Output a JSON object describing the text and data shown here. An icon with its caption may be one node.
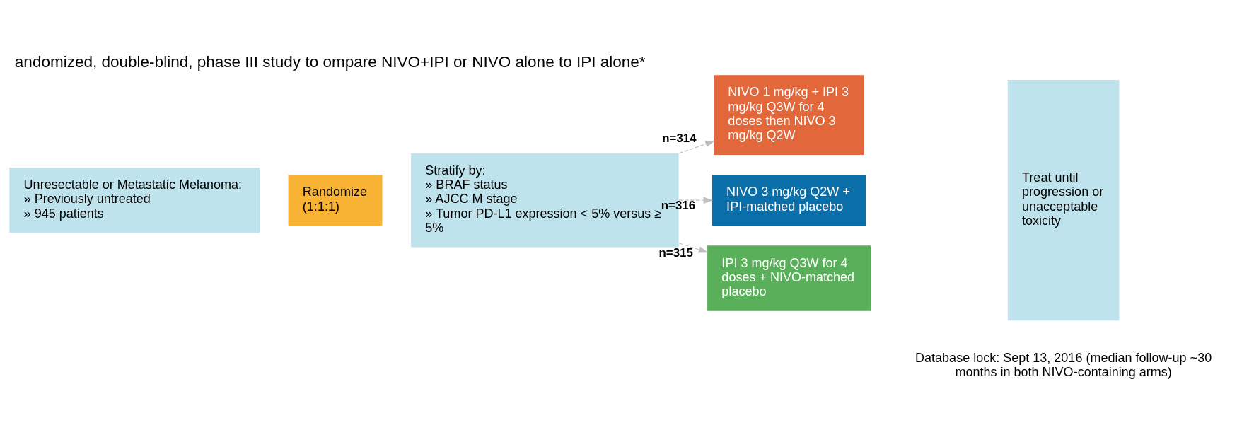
{
  "diagram": {
    "title": "andomized, double-blind, phase III study to ompare NIVO+IPI or NIVO alone to IPI alone*",
    "nodes": [
      {
        "text": [
          "Unresectable or Metastatic Melanoma:",
          "» Previously untreated",
          "» 945 patients"
        ]
      },
      {
        "text": [
          "Randomize (1:1:1)"
        ]
      },
      {
        "text": [
          "Stratify by:",
          "» BRAF status",
          "» AJCC M stage",
          "» Tumor PD-L1 expression < 5% versus ≥ 5%"
        ]
      },
      {
        "text": [
          "NIVO 1 mg/kg + IPI 3 mg/kg Q3W for 4 doses then NIVO 3 mg/kg Q2W"
        ]
      },
      {
        "text": [
          "NIVO 3 mg/kg Q2W + IPI-matched placebo"
        ]
      },
      {
        "text": [
          "IPI 3 mg/kg Q3W for 4 doses + NIVO-matched placebo"
        ]
      },
      {
        "text": [
          "Treat until progression or unacceptable toxicity"
        ]
      }
    ],
    "edges": [
      {
        "from": 2,
        "to": 3,
        "arrow": "to",
        "label": "n=314",
        "style": "dashed"
      },
      {
        "from": 2,
        "to": 4,
        "arrow": "to",
        "label": "n=316",
        "style": "dashed"
      },
      {
        "from": 2,
        "to": 5,
        "arrow": "to",
        "label": "n=315",
        "style": "dashed"
      }
    ],
    "labels": [
      "Database lock: Sept 13, 2016 (median follow-up ~30 months in both NIVO-containing arms)"
    ]
  }
}
